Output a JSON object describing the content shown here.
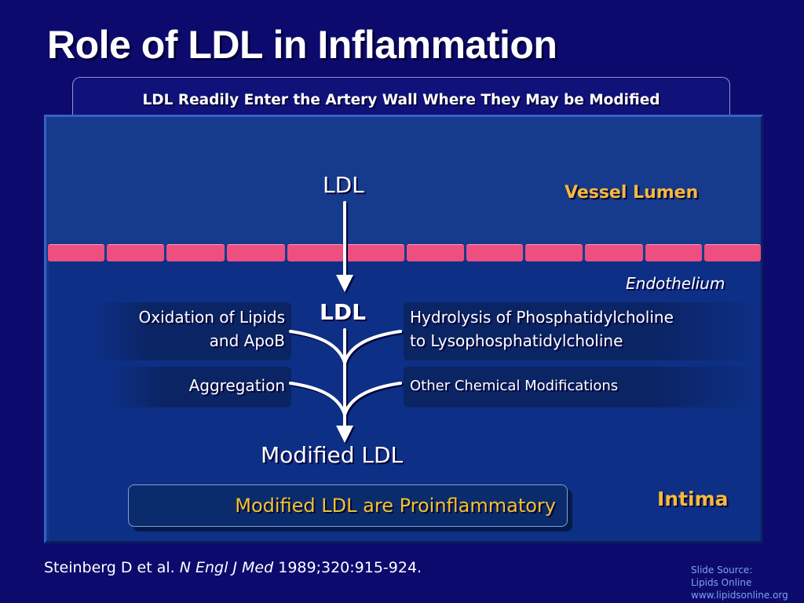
{
  "title": "Role of LDL in Inflammation",
  "tab_header": "LDL Readily Enter the Artery Wall Where They May be Modified",
  "diagram": {
    "ldl_top": "LDL",
    "vessel_lumen": "Vessel Lumen",
    "endothelium": "Endothelium",
    "ldl_middle": "LDL",
    "left_box_1": [
      "Oxidation of Lipids",
      "and ApoB"
    ],
    "left_box_2": "Aggregation",
    "right_box_1": [
      "Hydrolysis of Phosphatidylcholine",
      "to Lysophosphatidylcholine"
    ],
    "right_box_2": "Other Chemical Modifications",
    "modified_ldl": "Modified LDL",
    "intima": "Intima",
    "conclusion": "Modified LDL are Proinflammatory"
  },
  "footer": {
    "citation_authors": "Steinberg D et al.",
    "citation_journal": "N Engl J Med",
    "citation_ref": "1989;320:915-924.",
    "source_line1": "Slide Source:",
    "source_line2": "Lipids Online",
    "source_line3": "www.lipidsonline.org"
  },
  "colors": {
    "background": "#0d0a6e",
    "panel": "#163a8c",
    "endothelium": "#ee4e80",
    "accent_orange": "#f6b93b",
    "conclusion_text": "#f3c22b"
  }
}
